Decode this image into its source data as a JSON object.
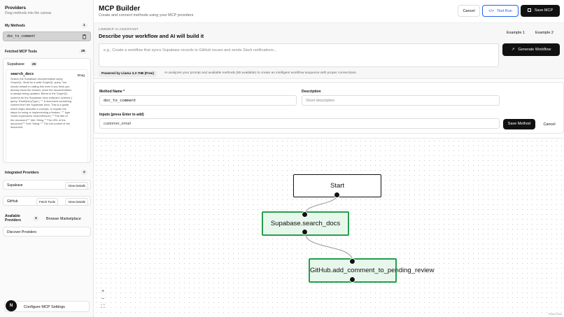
{
  "sidebar": {
    "title": "Providers",
    "subtitle": "Drag methods into the canvas",
    "my_methods_label": "My Methods",
    "my_methods_count": "1",
    "methods": [
      {
        "name": "doc_to_comment"
      }
    ],
    "fetched_label": "Fetched MCP Tools",
    "fetched_count": "29",
    "fetched_provider": "Supabase",
    "fetched_provider_count": "29",
    "tool": {
      "name": "search_docs",
      "drag_label": "Drag",
      "description": "Search the Supabase documentation using GraphQL. Must be a valid GraphQL query. You should default to calling this even if you think you already know the answer, since the documentation is always being updated. Below is the GraphQL schema for the Supabase docs endpoint: schema { query: RootQueryType } \"\"\" A document containing content from the Supabase docs. This is a guide, which might describe a concept, or explain the steps for using or implementing a feature. \"\"\" type Guide implements SearchResult { \"\"\"The title of the document\"\"\" title: String \"\"\"The URL of the document\"\"\" href: String \"\"\" The full content of the document,"
    },
    "integrated_label": "Integrated Providers",
    "integrated_count": "2",
    "integrated": [
      {
        "name": "Supabase",
        "view": "View Details"
      },
      {
        "name": "GitHub",
        "fetch": "Fetch Tools",
        "view": "View Details"
      }
    ],
    "available_label": "Available Providers",
    "available_count": "3",
    "browse_label": "Browse Marketplace",
    "discover_label": "Discover Providers",
    "avatar_letter": "N",
    "config_label": "Configure MCP Settings"
  },
  "header": {
    "title": "MCP Builder",
    "subtitle": "Create and connect methods using your MCP providers",
    "cancel": "Cancel",
    "test_run": "Test Run",
    "save": "Save MCP"
  },
  "assistant": {
    "tag": "LINKMCP AI ASSISTANT",
    "title": "Describe your workflow and AI will build it",
    "example1": "Example 1",
    "example2": "Example 2",
    "placeholder": "e.g., Create a workflow that syncs Supabase records to GitHub issues and sends Slack notifications...",
    "generate": "Generate Workflow",
    "powered": "Powered by Llama 3.3 70B (Free)",
    "note": "AI analyzes your prompt and available methods (80 available) to create an intelligent workflow sequence with proper connections."
  },
  "method_form": {
    "name_label": "Method Name *",
    "name_value": "doc_to_comment",
    "desc_label": "Description",
    "desc_placeholder": "Short description",
    "inputs_label": "Inputs (press Enter to add)",
    "inputs_value": "customer_email",
    "save": "Save Method",
    "cancel": "Cancel"
  },
  "canvas": {
    "nodes": [
      {
        "label": "Start"
      },
      {
        "label": "Supabase.search_docs"
      },
      {
        "label": "GitHub.add_comment_to_pending_review"
      }
    ],
    "zoom_in": "+",
    "zoom_out": "−",
    "fit": "⛶",
    "attribution": "React Flow"
  },
  "colors": {
    "accent": "#2563eb",
    "node_green": "#22a04a",
    "primary": "#111111"
  }
}
